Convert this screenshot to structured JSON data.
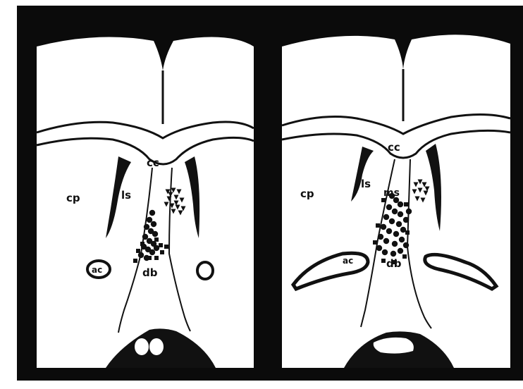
{
  "colors": {
    "background": "#0b0b0b",
    "tissue": "#ffffff",
    "ink": "#111111"
  },
  "marker_legend": {
    "circle": "filled-circle-marker",
    "square": "filled-square-marker",
    "triangle": "filled-triangle-marker"
  },
  "panels": [
    {
      "id": "left",
      "labels": {
        "cc": "cc",
        "ls": "ls",
        "cp": "cp",
        "ac": "ac",
        "db": "db"
      }
    },
    {
      "id": "right",
      "labels": {
        "cc": "cc",
        "ls": "ls",
        "cp": "cp",
        "ms": "ms",
        "ac": "ac",
        "db": "db"
      }
    }
  ]
}
